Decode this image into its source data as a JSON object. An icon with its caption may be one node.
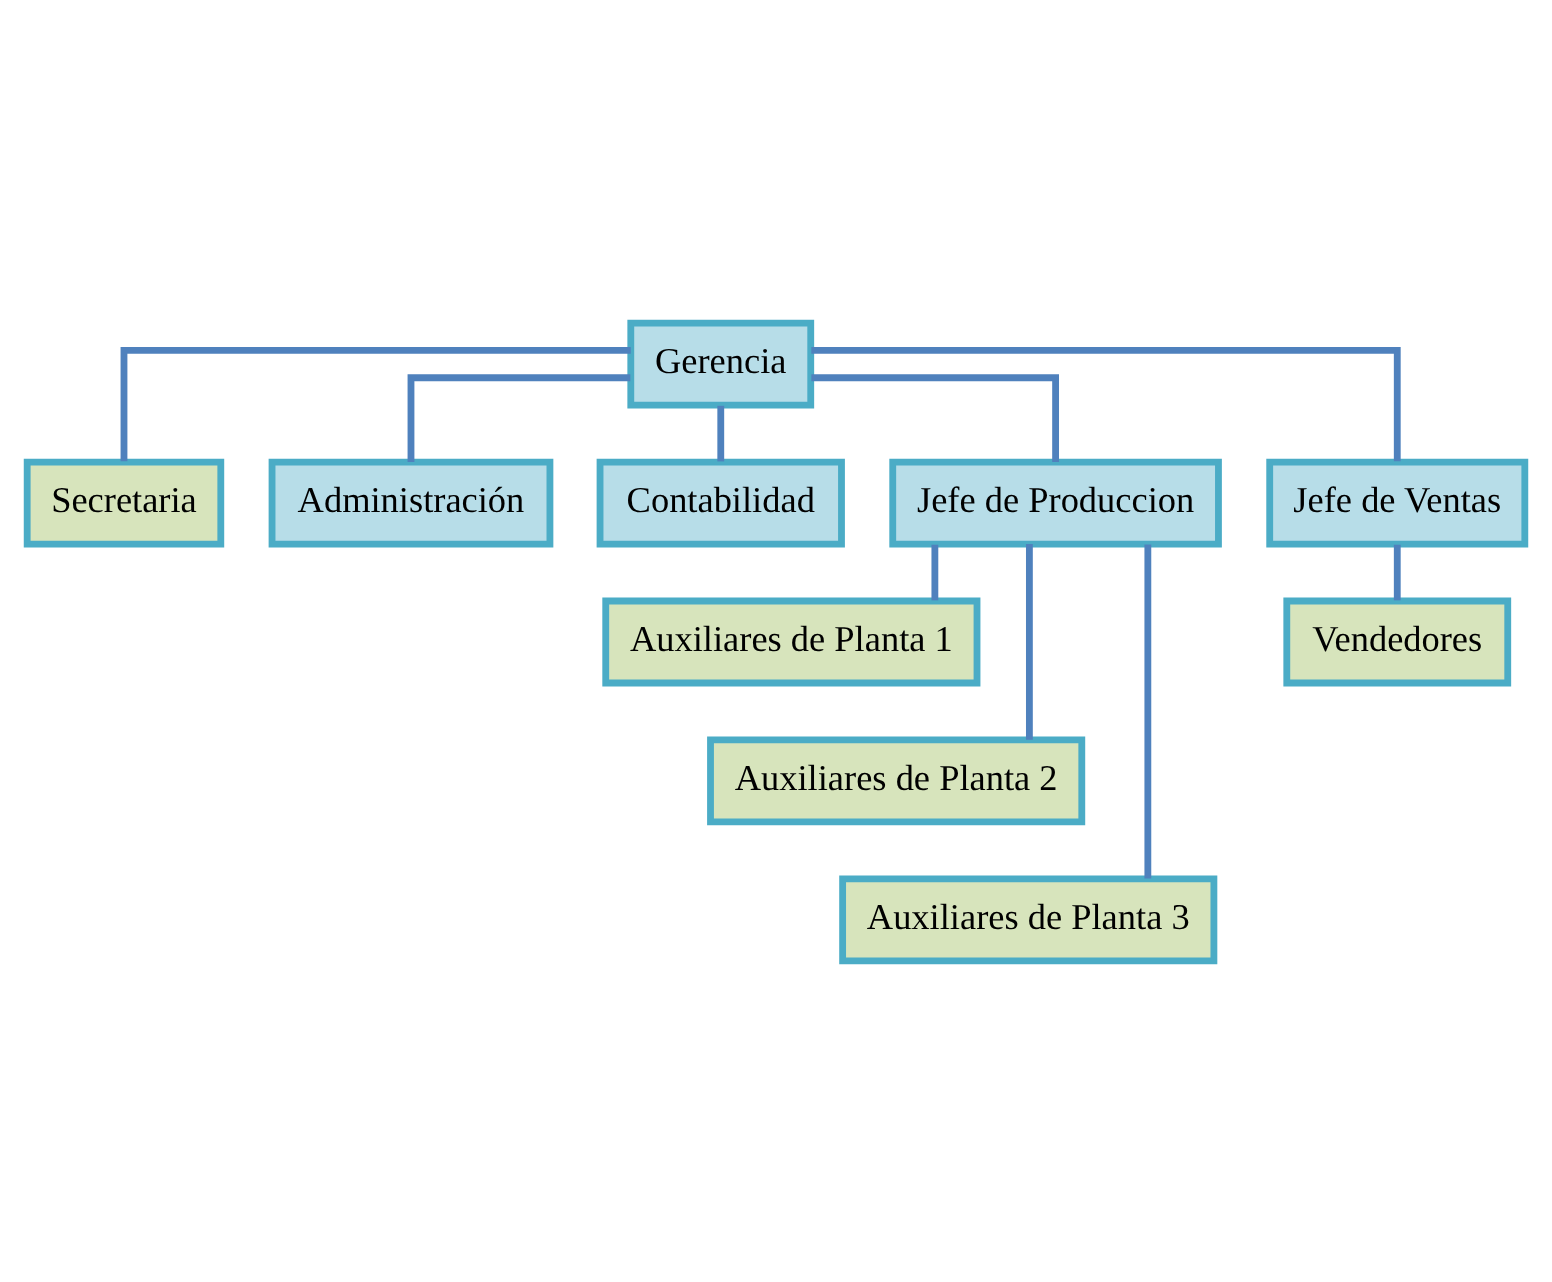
{
  "diagram": {
    "nodes": [
      {
        "text": [
          "Gerencia"
        ]
      },
      {
        "text": [
          "Secretaria"
        ]
      },
      {
        "text": [
          "Administración"
        ]
      },
      {
        "text": [
          "Contabilidad"
        ]
      },
      {
        "text": [
          "Jefe de Produccion"
        ]
      },
      {
        "text": [
          "Jefe de Ventas"
        ]
      },
      {
        "text": [
          "Auxiliares de Planta 1"
        ]
      },
      {
        "text": [
          "Vendedores"
        ]
      },
      {
        "text": [
          "Auxiliares de Planta 2"
        ]
      },
      {
        "text": [
          "Auxiliares de Planta 3"
        ]
      }
    ],
    "edges": [
      {
        "from": 0,
        "to": 1,
        "arrow": "none"
      },
      {
        "from": 0,
        "to": 2,
        "arrow": "none"
      },
      {
        "from": 0,
        "to": 3,
        "arrow": "none"
      },
      {
        "from": 0,
        "to": 4,
        "arrow": "none"
      },
      {
        "from": 0,
        "to": 5,
        "arrow": "none"
      },
      {
        "from": 4,
        "to": 6,
        "arrow": "none"
      },
      {
        "from": 4,
        "to": 8,
        "arrow": "none"
      },
      {
        "from": 4,
        "to": 9,
        "arrow": "none"
      },
      {
        "from": 5,
        "to": 7,
        "arrow": "none"
      }
    ]
  }
}
